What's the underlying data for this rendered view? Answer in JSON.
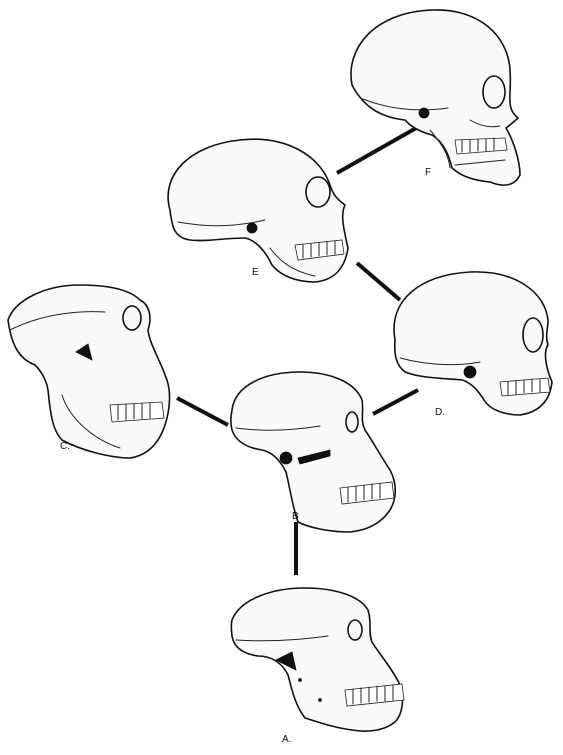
{
  "figure": {
    "skulls": [
      {
        "id": "A",
        "label": "A."
      },
      {
        "id": "B",
        "label": "B"
      },
      {
        "id": "C",
        "label": "C."
      },
      {
        "id": "D",
        "label": "D."
      },
      {
        "id": "E",
        "label": "E"
      },
      {
        "id": "F",
        "label": "F"
      }
    ],
    "connections": [
      [
        "B",
        "A"
      ],
      [
        "B",
        "C"
      ],
      [
        "B",
        "D"
      ],
      [
        "D",
        "E"
      ],
      [
        "E",
        "F"
      ]
    ]
  }
}
